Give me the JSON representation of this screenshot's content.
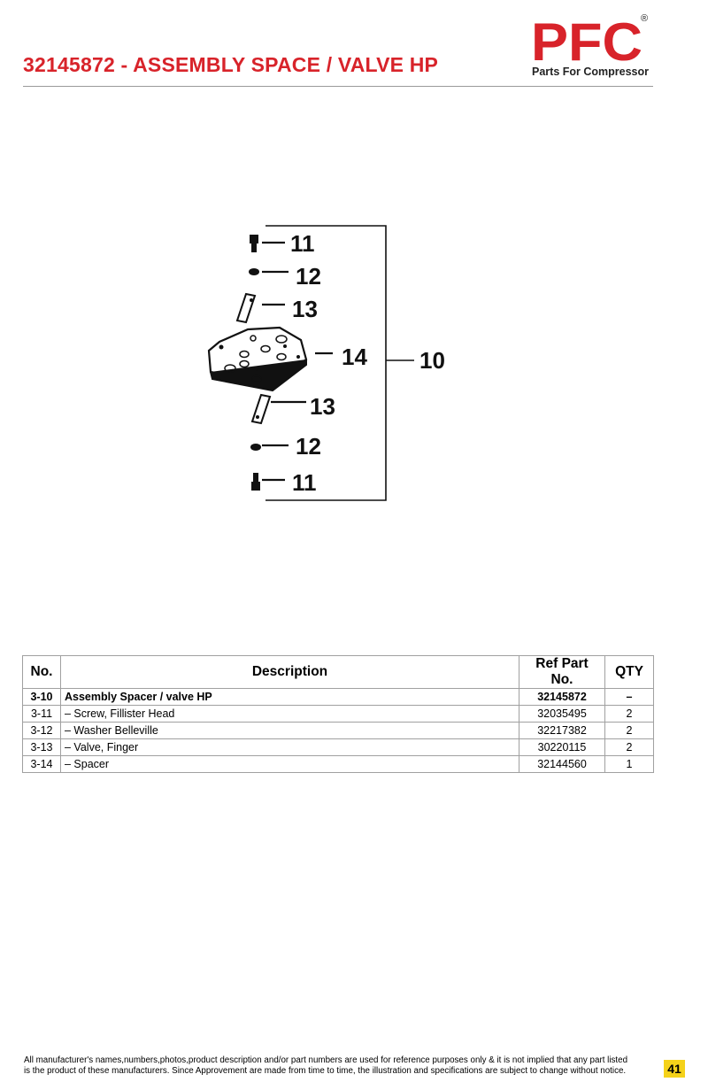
{
  "header": {
    "title": "32145872 - ASSEMBLY SPACE / VALVE HP",
    "logo_text": "PFC",
    "logo_registered": "®",
    "logo_tagline": "Parts For Compressor",
    "brand_color": "#d8232a"
  },
  "figure": {
    "callouts": [
      "11",
      "12",
      "13",
      "14",
      "13",
      "12",
      "11",
      "10"
    ]
  },
  "table": {
    "headers": {
      "no": "No.",
      "description": "Description",
      "ref": "Ref Part No.",
      "qty": "QTY"
    },
    "rows": [
      {
        "no": "3-10",
        "description": "Assembly Spacer / valve HP",
        "ref": "32145872",
        "qty": "–"
      },
      {
        "no": "3-11",
        "description": "– Screw, Fillister Head",
        "ref": "32035495",
        "qty": "2"
      },
      {
        "no": "3-12",
        "description": "– Washer Belleville",
        "ref": "32217382",
        "qty": "2"
      },
      {
        "no": "3-13",
        "description": "– Valve, Finger",
        "ref": "30220115",
        "qty": "2"
      },
      {
        "no": "3-14",
        "description": "– Spacer",
        "ref": "32144560",
        "qty": "1"
      }
    ]
  },
  "footer": {
    "line1": "All manufacturer's names,numbers,photos,product description and/or part numbers are used for reference purposes only & it is not implied that any part listed",
    "line2": "is the product of these manufacturers.  Since Approvement are made from time to time,  the illustration and specifications are subject to change without notice.",
    "page_number": "41"
  }
}
